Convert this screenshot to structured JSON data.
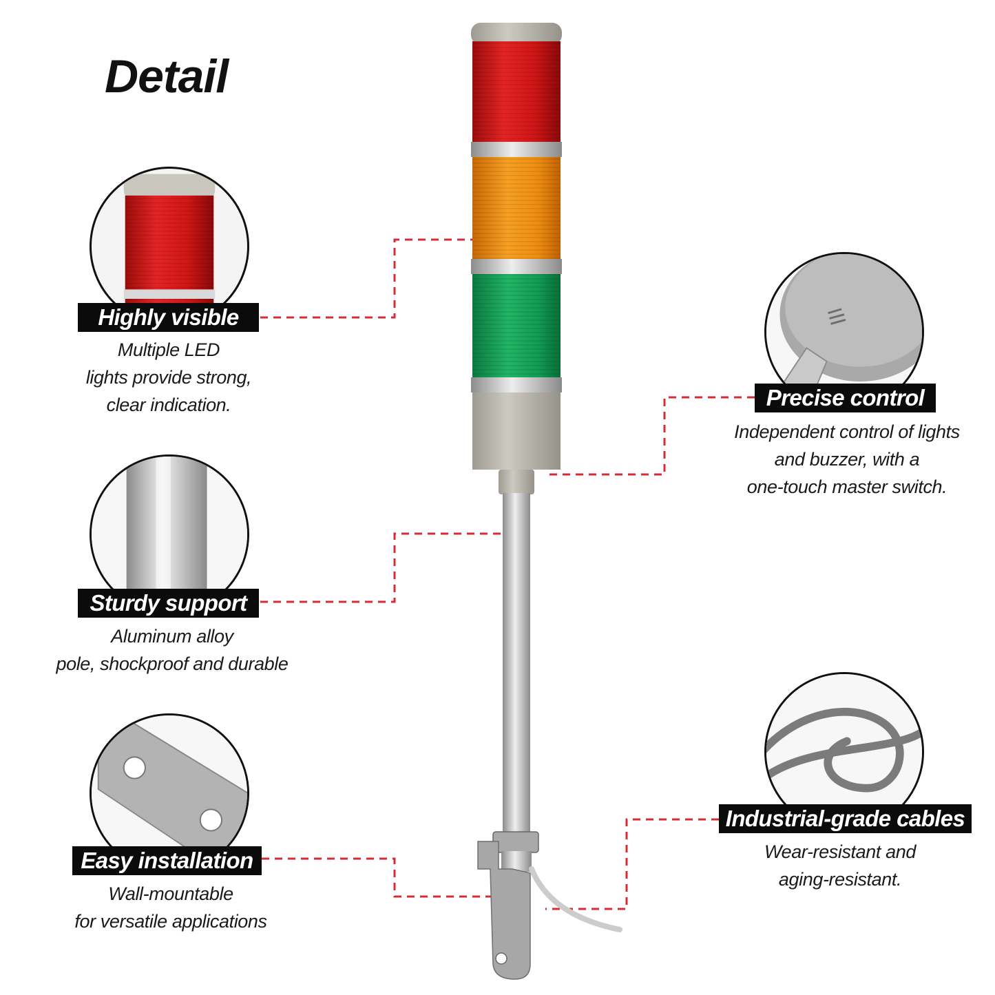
{
  "title": "Detail",
  "features": {
    "highly_visible": {
      "label": "Highly visible",
      "desc": [
        "Multiple LED",
        "lights provide strong,",
        "clear indication."
      ]
    },
    "sturdy_support": {
      "label": "Sturdy support",
      "desc": [
        "Aluminum alloy",
        "pole, shockproof and durable"
      ]
    },
    "easy_installation": {
      "label": "Easy installation",
      "desc": [
        "Wall-mountable",
        "for versatile applications"
      ]
    },
    "precise_control": {
      "label": "Precise control",
      "desc": [
        "Independent control of lights",
        "and buzzer, with a",
        "one-touch master switch."
      ]
    },
    "industrial_cables": {
      "label": "Industrial-grade cables",
      "desc": [
        "Wear-resistant and",
        "aging-resistant."
      ]
    }
  },
  "colors": {
    "red_light": "#d81e1e",
    "amber_light": "#f19012",
    "green_light": "#17a35a",
    "housing_gray": "#b9b6ae",
    "pole_silver": "#c9c9c9",
    "leader_line": "#d62b33",
    "label_bg": "#0b0b0b"
  }
}
